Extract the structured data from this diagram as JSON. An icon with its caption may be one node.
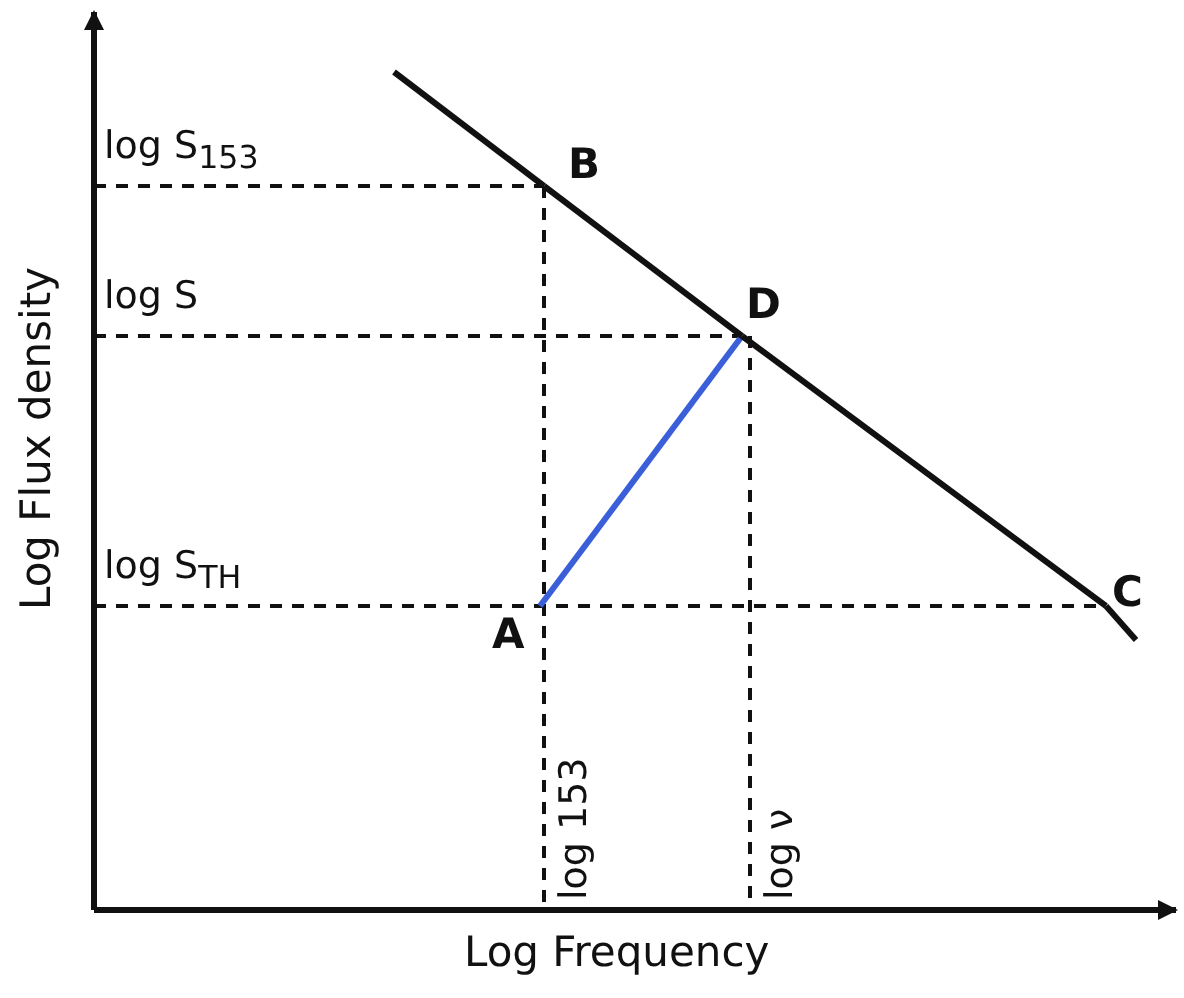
{
  "diagram": {
    "nodes": [
      {
        "text": [
          "A"
        ]
      },
      {
        "text": [
          "B"
        ]
      },
      {
        "text": [
          "C"
        ]
      },
      {
        "text": [
          "D"
        ]
      }
    ],
    "edges": [
      {
        "from": 0,
        "to": 3,
        "arrow": "none",
        "color": "#3a5fd9"
      },
      {
        "from": null,
        "to": 1,
        "arrow": "none"
      },
      {
        "from": 1,
        "to": 3,
        "arrow": "none"
      },
      {
        "from": 3,
        "to": 2,
        "arrow": "none"
      },
      {
        "from": 2,
        "to": null,
        "arrow": "none"
      }
    ],
    "labels": [
      "log S$_{153}$",
      "log S",
      "log S$_{TH}$",
      "log 153",
      "log ν",
      "Log Flux density",
      "Log Frequency"
    ]
  }
}
